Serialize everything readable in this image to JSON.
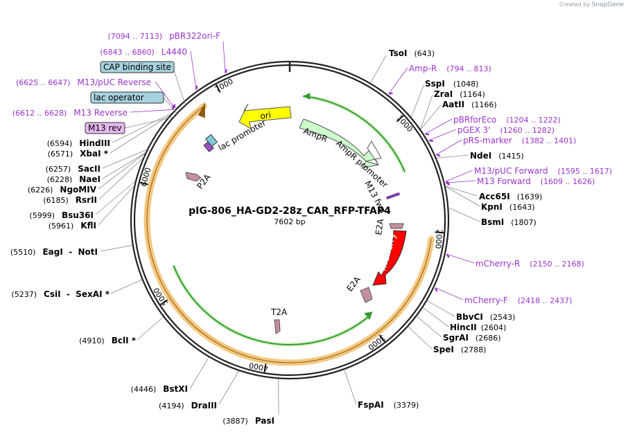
{
  "branding": {
    "created_by": "Created by",
    "app": "SnapGene"
  },
  "plasmid": {
    "name": "pIG-806_HA-GD2-28z_CAR_RFP-TFAP4",
    "size_label": "7602 bp",
    "total_bp": 7602
  },
  "colors": {
    "enzyme": "#000000",
    "primer": "#9932cc",
    "ori": "#ffff00",
    "ampr": "#ccffcc",
    "mcherry": "#ff0000",
    "orf_band": "#f5c77e",
    "orf_line": "#339933",
    "p2a": "#c5909e",
    "feature_box_blue": "#a6d2de",
    "feature_box_violet": "#e5b8f0"
  },
  "tick_labels": [
    {
      "bp": 1000,
      "label": "1000"
    },
    {
      "bp": 2000,
      "label": "2000"
    },
    {
      "bp": 3000,
      "label": "3000"
    },
    {
      "bp": 4000,
      "label": "4000"
    },
    {
      "bp": 5000,
      "label": "5000"
    },
    {
      "bp": 6000,
      "label": "6000"
    },
    {
      "bp": 7000,
      "label": "7000"
    }
  ],
  "enzymes": [
    {
      "name": "TsoI",
      "pos": "(643)",
      "bp": 643,
      "side": "right"
    },
    {
      "name": "SspI",
      "pos": "(1048)",
      "bp": 1048,
      "side": "right"
    },
    {
      "name": "ZraI",
      "pos": "(1164)",
      "bp": 1164,
      "side": "right"
    },
    {
      "name": "AatII",
      "pos": "(1166)",
      "bp": 1166,
      "side": "right"
    },
    {
      "name": "NdeI",
      "pos": "(1415)",
      "bp": 1415,
      "side": "right"
    },
    {
      "name": "Acc65I",
      "pos": "(1639)",
      "bp": 1639,
      "side": "right"
    },
    {
      "name": "KpnI",
      "pos": "(1643)",
      "bp": 1643,
      "side": "right"
    },
    {
      "name": "BsmI",
      "pos": "(1807)",
      "bp": 1807,
      "side": "right"
    },
    {
      "name": "BbvCI",
      "pos": "(2543)",
      "bp": 2543,
      "side": "right"
    },
    {
      "name": "HincII",
      "pos": "(2604)",
      "bp": 2604,
      "side": "right"
    },
    {
      "name": "SgrAI",
      "pos": "(2686)",
      "bp": 2686,
      "side": "right"
    },
    {
      "name": "SpeI",
      "pos": "(2788)",
      "bp": 2788,
      "side": "right"
    },
    {
      "name": "FspAI",
      "pos": "(3379)",
      "bp": 3379,
      "side": "right"
    },
    {
      "name": "PasI",
      "pos": "(3887)",
      "bp": 3887,
      "side": "left"
    },
    {
      "name": "DraIII",
      "pos": "(4194)",
      "bp": 4194,
      "side": "left"
    },
    {
      "name": "BstXI",
      "pos": "(4446)",
      "bp": 4446,
      "side": "left"
    },
    {
      "name": "BclI *",
      "pos": "(4910)",
      "bp": 4910,
      "side": "left"
    },
    {
      "name": "CsiI  -  SexAI *",
      "pos": "(5237)",
      "bp": 5237,
      "side": "left"
    },
    {
      "name": "EagI  -  NotI",
      "pos": "(5510)",
      "bp": 5510,
      "side": "left"
    },
    {
      "name": "KflI",
      "pos": "(5961)",
      "bp": 5961,
      "side": "left"
    },
    {
      "name": "Bsu36I",
      "pos": "(5999)",
      "bp": 5999,
      "side": "left"
    },
    {
      "name": "RsrII",
      "pos": "(6185)",
      "bp": 6185,
      "side": "left"
    },
    {
      "name": "NgoMIV",
      "pos": "(6226)",
      "bp": 6226,
      "side": "left"
    },
    {
      "name": "NaeI",
      "pos": "(6228)",
      "bp": 6228,
      "side": "left"
    },
    {
      "name": "SacII",
      "pos": "(6257)",
      "bp": 6257,
      "side": "left"
    },
    {
      "name": "XbaI *",
      "pos": "(6571)",
      "bp": 6571,
      "side": "left"
    },
    {
      "name": "HindIII",
      "pos": "(6594)",
      "bp": 6594,
      "side": "left"
    }
  ],
  "primers": [
    {
      "name": "pBR322ori-F",
      "range": "(7094 .. 7113)",
      "bp": 7103,
      "side": "left"
    },
    {
      "name": "L4440",
      "range": "(6843 .. 6860)",
      "bp": 6851,
      "side": "left"
    },
    {
      "name": "M13/pUC Reverse",
      "range": "(6625 .. 6647)",
      "bp": 6636,
      "side": "left"
    },
    {
      "name": "M13 Reverse",
      "range": "(6612 .. 6628)",
      "bp": 6620,
      "side": "left"
    },
    {
      "name": "Amp-R",
      "range": "(794 .. 813)",
      "bp": 803,
      "side": "right"
    },
    {
      "name": "pBRforEco",
      "range": "(1204 .. 1222)",
      "bp": 1213,
      "side": "right"
    },
    {
      "name": "pGEX 3'",
      "range": "(1260 .. 1282)",
      "bp": 1271,
      "side": "right"
    },
    {
      "name": "pRS-marker",
      "range": "(1382 .. 1401)",
      "bp": 1391,
      "side": "right"
    },
    {
      "name": "M13/pUC Forward",
      "range": "(1595 .. 1617)",
      "bp": 1606,
      "side": "right"
    },
    {
      "name": "M13 Forward",
      "range": "(1609 .. 1626)",
      "bp": 1617,
      "side": "right"
    },
    {
      "name": "mCherry-R",
      "range": "(2150 .. 2168)",
      "bp": 2159,
      "side": "right"
    },
    {
      "name": "mCherry-F",
      "range": "(2418 .. 2437)",
      "bp": 2427,
      "side": "right"
    }
  ],
  "boxed_features": [
    {
      "label": "CAP binding site",
      "style": "blue",
      "bp": 6707
    },
    {
      "label": "lac operator",
      "style": "blue",
      "bp": 6617
    },
    {
      "label": "M13 rev",
      "style": "violet",
      "bp": 6600
    }
  ],
  "inner_features": [
    {
      "label": "ori",
      "kind": "arrow"
    },
    {
      "label": "AmpR",
      "kind": "arrow"
    },
    {
      "label": "AmpR promoter",
      "kind": "arrow"
    },
    {
      "label": "lac promoter",
      "kind": "arrow"
    },
    {
      "label": "M13 fwd",
      "kind": "arrow"
    },
    {
      "label": "E2A",
      "kind": "arrow"
    },
    {
      "label": "mCherry",
      "kind": "arrow"
    },
    {
      "label": "E2A",
      "kind": "arrow"
    },
    {
      "label": "T2A",
      "kind": "arrow"
    },
    {
      "label": "P2A",
      "kind": "arrow"
    }
  ]
}
